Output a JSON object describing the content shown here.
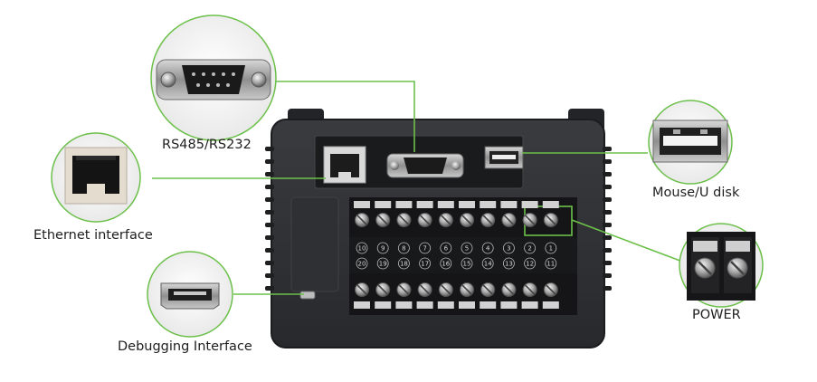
{
  "labels": {
    "rs485": "RS485/RS232",
    "ethernet": "Ethernet interface",
    "debugging": "Debugging Interface",
    "mouse_usb": "Mouse/U disk",
    "power": "POWER"
  },
  "terminals": {
    "top_row": [
      "10",
      "9",
      "8",
      "7",
      "6",
      "5",
      "4",
      "3",
      "2",
      "1"
    ],
    "bottom_row": [
      "20",
      "19",
      "18",
      "17",
      "16",
      "15",
      "14",
      "13",
      "12",
      "11"
    ]
  },
  "colors": {
    "callout_line": "#6cc04a",
    "device_body": "#2d2e31",
    "terminal_block": "#1a1a1c"
  }
}
